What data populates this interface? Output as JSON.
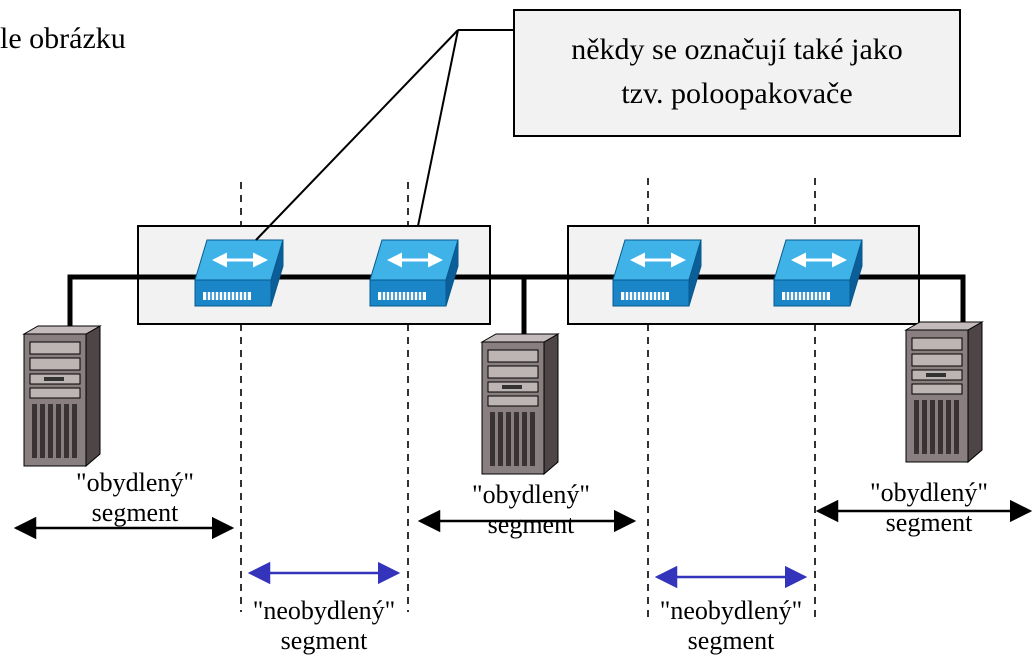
{
  "corner_text": "le obrázku",
  "callout": {
    "line1": "někdy se označují také jako",
    "line2": "tzv. poloopakovače"
  },
  "segments": {
    "left_occupied": {
      "line1": "\"obydlený\"",
      "line2": "segment"
    },
    "middle_occupied": {
      "line1": "\"obydlený\"",
      "line2": "segment"
    },
    "right_occupied": {
      "line1": "\"obydlený\"",
      "line2": "segment"
    },
    "left_unoccupied": {
      "line1": "\"neobydlený\"",
      "line2": "segment"
    },
    "right_unoccupied": {
      "line1": "\"neobydlený\"",
      "line2": "segment"
    }
  },
  "colors": {
    "switch_top": "#3fb3e8",
    "switch_side": "#0b6fb0",
    "box_fill": "#f2f2f2",
    "arrow_blue": "#3333bb",
    "server_body": "#8a7f80"
  },
  "icons": [
    "switch-icon",
    "server-icon"
  ]
}
